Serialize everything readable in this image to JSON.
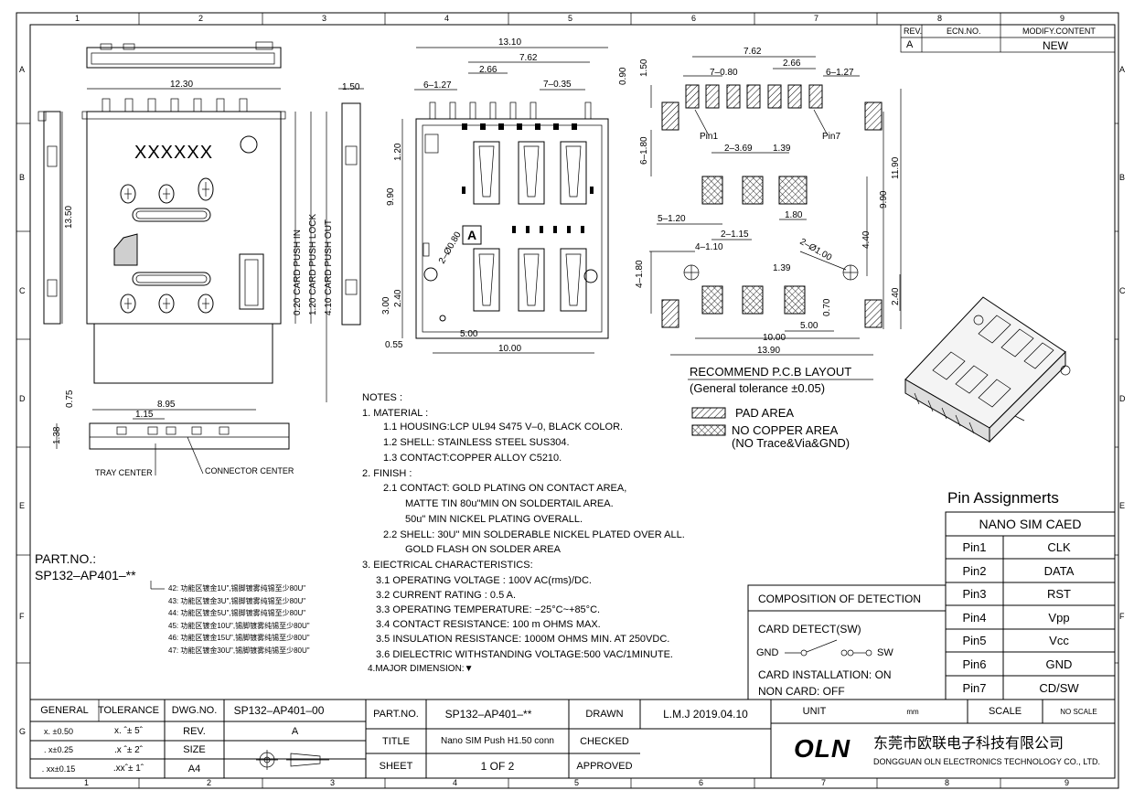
{
  "grid": {
    "columns": [
      "1",
      "2",
      "3",
      "4",
      "5",
      "6",
      "7",
      "8",
      "9"
    ],
    "rows": [
      "A",
      "B",
      "C",
      "D",
      "E",
      "F",
      "G"
    ]
  },
  "revision": {
    "headers": [
      "REV.",
      "ECN.NO.",
      "MODIFY.CONTENT"
    ],
    "rev": "A",
    "content": "NEW"
  },
  "top_view": {
    "marking": "XXXXXX",
    "dim_width": "12.30",
    "dim_height": "13.50",
    "dim_side": "1.50",
    "pos_push_in": "0.20 CARD PUSH IN",
    "pos_lock": "1.20 CARD PUSH LOCK",
    "pos_out": "4.10 CARD PUSH OUT"
  },
  "front_view": {
    "dim_875": "0.75",
    "dim_138": "1.38",
    "dim_895": "8.95",
    "dim_115": "1.15",
    "label_tray": "TRAY CENTER",
    "label_connector": "CONNECTOR CENTER"
  },
  "bottom_view": {
    "dim_width": "13.10",
    "dim_762": "7.62",
    "dim_266": "2.66",
    "dim_6_127": "6–1.27",
    "dim_7_035": "7–0.35",
    "dim_090": "0.90",
    "dim_120": "1.20",
    "dim_990": "9.90",
    "dim_hole": "2–Ø0.80",
    "dim_240": "2.40",
    "dim_300": "3.00",
    "dim_500": "5.00",
    "dim_1000": "10.00",
    "dim_055": "0.55",
    "label_a": "A"
  },
  "pcb_layout": {
    "dim_762": "7.62",
    "dim_266": "2.66",
    "dim_7_080": "7–0.80",
    "dim_6_127": "6–1.27",
    "dim_150": "1.50",
    "pin1": "Pin1",
    "pin7": "Pin7",
    "dim_6_180": "6–1.80",
    "dim_2_369": "2–3.69",
    "dim_139": "1.39",
    "dim_990": "9.90",
    "dim_1190": "11.90",
    "dim_5_120": "5–1.20",
    "dim_180": "1.80",
    "dim_2_115": "2–1.15",
    "dim_4_110": "4–1.10",
    "dim_hole": "2–Ø1.00",
    "dim_440": "4.40",
    "dim_4_180": "4–1.80",
    "dim_139b": "1.39",
    "dim_070": "0.70",
    "dim_240": "2.40",
    "dim_500": "5.00",
    "dim_1000": "10.00",
    "dim_1390": "13.90",
    "title": "RECOMMEND P.C.B LAYOUT",
    "tolerance": "(General tolerance ±0.05)",
    "legend_pad": "PAD AREA",
    "legend_no_copper": "NO COPPER AREA",
    "legend_no_copper_sub": "(NO Trace&Via&GND)"
  },
  "notes": [
    "NOTES :",
    "1. MATERIAL :",
    "1.1 HOUSING:LCP UL94 S475 V–0, BLACK COLOR.",
    "1.2 SHELL: STAINLESS STEEL SUS304.",
    "1.3 CONTACT:COPPER ALLOY C5210.",
    "2. FINISH :",
    "2.1 CONTACT: GOLD PLATING ON CONTACT AREA,",
    "MATTE TIN 80u\"MIN ON SOLDERTAIL AREA.",
    "50u\" MIN NICKEL PLATING OVERALL.",
    "2.2 SHELL: 30U\" MIN SOLDERABLE NICKEL PLATED OVER ALL.",
    "GOLD FLASH ON SOLDER AREA",
    "3. EIECTRICAL CHARACTERISTICS:",
    "3.1 OPERATING VOLTAGE : 100V AC(rms)/DC.",
    "3.2 CURRENT RATING : 0.5 A.",
    "3.3 OPERATING TEMPERATURE: −25°C~+85°C.",
    "3.4 CONTACT RESISTANCE: 100 m OHMS MAX.",
    "3.5 INSULATION RESISTANCE: 1000M OHMS MIN. AT 250VDC.",
    "3.6 DIELECTRIC WITHSTANDING VOLTAGE:500 VAC/1MINUTE.",
    "4.MAJOR DIMENSION:▼"
  ],
  "part_no": {
    "label": "PART.NO.:",
    "value": "SP132–AP401–**",
    "options": [
      "42: 功能区镀金1U\",锡脚镀雾纯锡至少80U\"",
      "43: 功能区镀金3U\",锡脚镀雾纯锡至少80U\"",
      "44: 功能区镀金5U\",锡脚镀雾纯锡至少80U\"",
      "45: 功能区镀金10U\",锡脚镀雾纯锡至少80U\"",
      "46: 功能区镀金15U\",锡脚镀雾纯锡至少80U\"",
      "47: 功能区镀金30U\",锡脚镀雾纯锡至少80U\""
    ]
  },
  "pin_assignments": {
    "title": "Pin  Assignmerts",
    "header": "NANO SIM CAED",
    "rows": [
      [
        "Pin1",
        "CLK"
      ],
      [
        "Pin2",
        "DATA"
      ],
      [
        "Pin3",
        "RST"
      ],
      [
        "Pin4",
        "Vpp"
      ],
      [
        "Pin5",
        "Vcc"
      ],
      [
        "Pin6",
        "GND"
      ],
      [
        "Pin7",
        "CD/SW"
      ]
    ]
  },
  "detection": {
    "title": "COMPOSITION OF DETECTION",
    "card_detect": "CARD DETECT(SW)",
    "gnd": "GND",
    "sw": "SW",
    "installation": "CARD INSTALLATION: ON",
    "non_card": "NON CARD: OFF"
  },
  "title_block": {
    "general": "GENERAL",
    "tolerance": "TOLERANCE",
    "tol_rows": [
      [
        "x. ±0.50",
        "x. ˆ± 5ˆ"
      ],
      [
        ". x±0.25",
        ".x ˆ± 2ˆ"
      ],
      [
        ". xx±0.15",
        ".xxˆ± 1ˆ"
      ]
    ],
    "dwg_no_label": "DWG.NO.",
    "dwg_no": "SP132–AP401–00",
    "rev_label": "REV.",
    "rev": "A",
    "size_label": "SIZE",
    "size": "A4",
    "part_no_label": "PART.NO.",
    "part_no": "SP132–AP401–**",
    "title_label": "TITLE",
    "title": "Nano SIM Push H1.50 conn",
    "sheet_label": "SHEET",
    "sheet": "1  OF  2",
    "drawn_label": "DRAWN",
    "drawn": "L.M.J  2019.04.10",
    "checked_label": "CHECKED",
    "approved_label": "APPROVED",
    "unit_label": "UNIT",
    "unit": "mm",
    "scale_label": "SCALE",
    "scale": "NO SCALE",
    "logo": "OLN",
    "company_cn": "东莞市欧联电子科技有限公司",
    "company_en": "DONGGUAN OLN ELECTRONICS TECHNOLOGY CO., LTD."
  }
}
